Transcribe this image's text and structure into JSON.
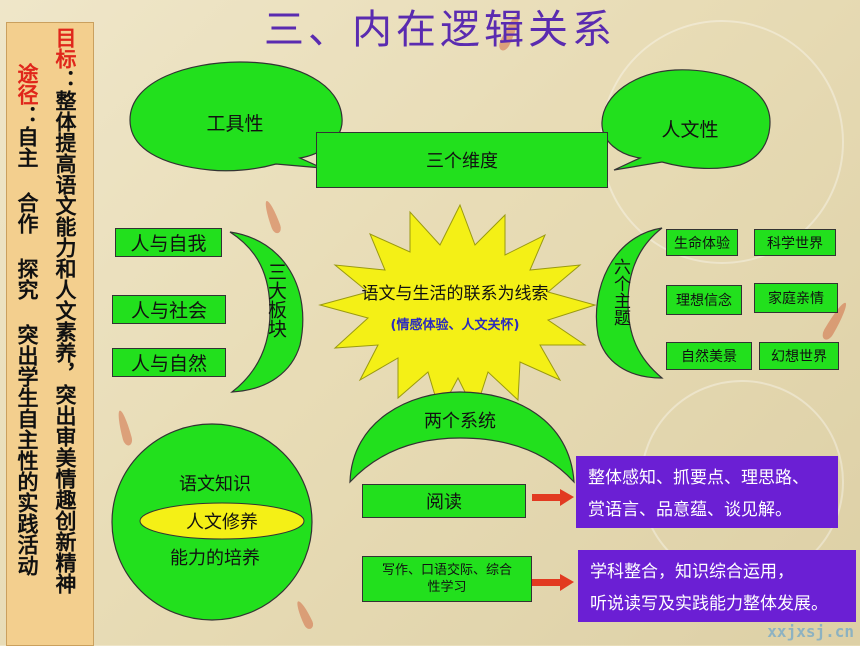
{
  "title": "三、内在逻辑关系",
  "left_band": {
    "goal_label": "目标",
    "goal_text": "：整体提高语文能力和人文素养，突出审美情趣创新精神",
    "route_label": "途径",
    "route_text": "：自主 合作 探究 突出学生自主性的实践活动"
  },
  "bubbles": {
    "tool": "工具性",
    "human": "人文性"
  },
  "three_dims": "三个维度",
  "three_sections": {
    "label": "三大板块",
    "items": [
      "人与自我",
      "人与社会",
      "人与自然"
    ]
  },
  "center": {
    "main": "语文与生活的联系为线索",
    "sub": "(情感体验、人文关怀)"
  },
  "six_topics": {
    "label": "六个主题",
    "items": [
      "生命体验",
      "科学世界",
      "理想信念",
      "家庭亲情",
      "自然美景",
      "幻想世界"
    ]
  },
  "circle": {
    "top": "语文知识",
    "middle": "人文修养",
    "bottom": "能力的培养"
  },
  "two_systems": {
    "label": "两个系统",
    "reading": "阅读",
    "writing": "写作、口语交际、综合性学习"
  },
  "purple": {
    "reading_lines": [
      "整体感知、抓要点、理思路、",
      "赏语言、品意蕴、谈见解。"
    ],
    "writing_lines": [
      "学科整合，知识综合运用，",
      "听说读写及实践能力整体发展。"
    ]
  },
  "watermark": "xxjxsj.cn",
  "colors": {
    "green": "#22e01d",
    "purple": "#6b1fd4",
    "title": "#5a2bb0",
    "accent_red": "#e0261b",
    "yellow": "#f4f016"
  }
}
